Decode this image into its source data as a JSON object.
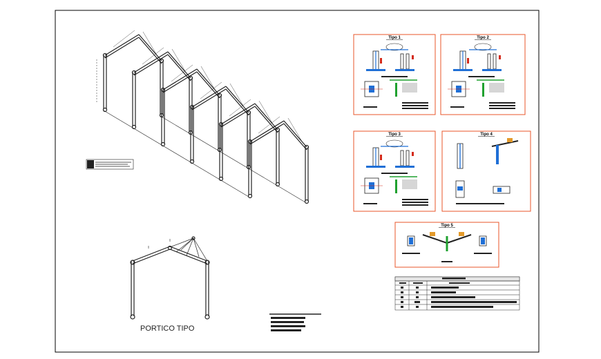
{
  "drawing": {
    "portico_label": "PORTICO TIPO",
    "details": [
      {
        "label": "Tipo 1"
      },
      {
        "label": "Tipo 2"
      },
      {
        "label": "Tipo 3"
      },
      {
        "label": "Tipo 4"
      },
      {
        "label": "Tipo 5"
      }
    ],
    "colors": {
      "sheet_border": "#000000",
      "detail_frame": "#e8542a",
      "steel_blue": "#1f6fd6",
      "accent_red": "#d42a1a",
      "accent_green": "#1fa12f",
      "accent_orange": "#e39a2b",
      "line": "#222222"
    }
  }
}
